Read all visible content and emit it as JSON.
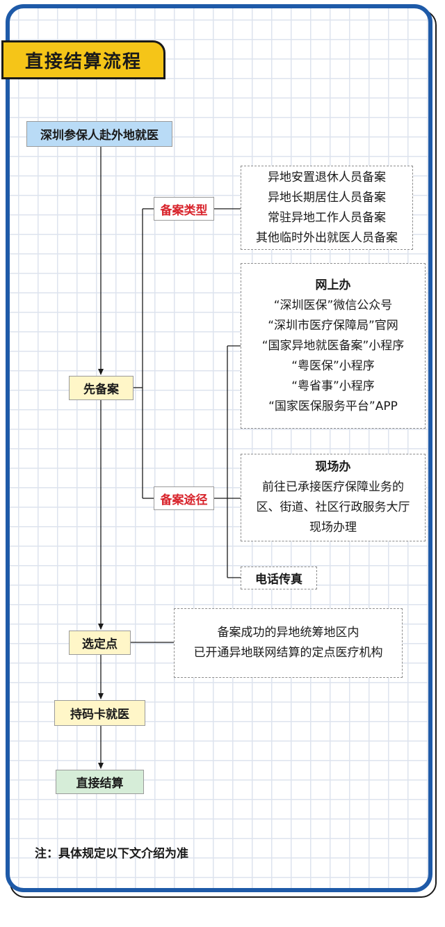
{
  "title": "直接结算流程",
  "flow": {
    "start": "深圳参保人赴外地就医",
    "register": "先备案",
    "select": "选定点",
    "card": "持码卡就医",
    "settle": "直接结算"
  },
  "register_types": {
    "label": "备案类型",
    "items": [
      "异地安置退休人员备案",
      "异地长期居住人员备案",
      "常驻异地工作人员备案",
      "其他临时外出就医人员备案"
    ]
  },
  "register_channels": {
    "label": "备案途径",
    "online": {
      "title": "网上办",
      "items": [
        "“深圳医保”微信公众号",
        "“深圳市医疗保障局”官网",
        "“国家异地就医备案”小程序",
        "“粤医保”小程序",
        "“粤省事”小程序",
        "“国家医保服务平台”APP"
      ]
    },
    "onsite": {
      "title": "现场办",
      "items": [
        "前往已承接医疗保障业务的",
        "区、街道、社区行政服务大厅",
        "现场办理"
      ]
    },
    "fax": "电话传真"
  },
  "designated": {
    "items": [
      "备案成功的异地统筹地区内",
      "已开通异地联网结算的定点医疗机构"
    ]
  },
  "note": "注：具体规定以下文介绍为准",
  "colors": {
    "frame": "#1e5aa8",
    "title_bg": "#f5c518",
    "start_bg": "#b9dbf6",
    "step_bg": "#fff6c8",
    "final_bg": "#d6edd8",
    "label_red": "#d8242c"
  }
}
